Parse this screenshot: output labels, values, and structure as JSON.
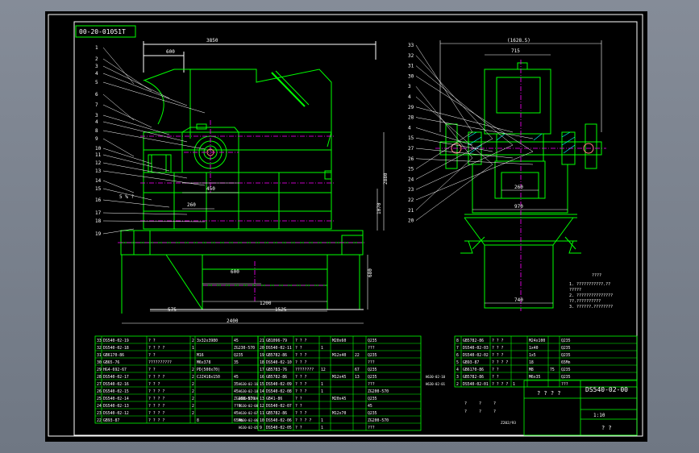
{
  "colors": {
    "background": "#7d8592",
    "sheet": "#000000",
    "frame": "#ffffff",
    "outline": "#00ff00",
    "centerline": "#ff00ff",
    "dimension": "#ffffff",
    "hatch": "#00ffff",
    "accent": "#ffff00",
    "warm": "#ff8080"
  },
  "drawing": {
    "code_box": "00-20-01051T",
    "title_number": "DS540-02-00",
    "title_name": "? ?",
    "title_company": "? ? ? ?",
    "scale": "1:10"
  },
  "front_view": {
    "dims": {
      "overall_width": "3850",
      "top_left": "600",
      "gear_width": "450",
      "gear_offset": "260",
      "height_right": "2880",
      "height_mid": "1070",
      "lower_height": "680",
      "lower_width": "600",
      "mid_base": "1200",
      "base_left": "575",
      "base_mid": "1525",
      "base_total": "2400",
      "slope_label": "5 % ?"
    },
    "callouts": [
      "1",
      "2",
      "3",
      "4",
      "5",
      "6",
      "7",
      "3",
      "4",
      "8",
      "9",
      "10",
      "11",
      "12",
      "13",
      "14",
      "15",
      "16",
      "17",
      "18",
      "19"
    ]
  },
  "side_view": {
    "dims": {
      "overall_width": "(1628.5)",
      "top_width": "715",
      "inner_width": "260",
      "lower_width": "970",
      "base_width": "740"
    },
    "callouts": [
      "33",
      "32",
      "31",
      "30",
      "3",
      "4",
      "29",
      "28",
      "4",
      "15",
      "27",
      "26",
      "25",
      "24",
      "23",
      "22",
      "21",
      "20"
    ]
  },
  "notes": {
    "title": "????",
    "lines": [
      "1. ???????????.??",
      "   ?????",
      "2. ???????????????",
      "   ??.??????????",
      "3. ??????.????????"
    ]
  },
  "bom": {
    "left": [
      {
        "no": "33",
        "code": "DS540-02-19",
        "name": "? ?",
        "qty": "2",
        "mat": "3x32x3980",
        "extra": "45"
      },
      {
        "no": "32",
        "code": "DS540-02-18",
        "name": "? ? ? ?",
        "qty": "1",
        "mat": "",
        "extra": "ZG230-570"
      },
      {
        "no": "31",
        "code": "GB6170-86",
        "name": "? ?",
        "qty": "",
        "mat": "M16",
        "extra": "Q235"
      },
      {
        "no": "30",
        "code": "GB65-76",
        "name": "??????????",
        "qty": "",
        "mat": "M6x378",
        "extra": "35"
      },
      {
        "no": "29",
        "code": "HG4-692-67",
        "name": "? ?",
        "qty": "2",
        "mat": "PD(500x70)",
        "extra": ""
      },
      {
        "no": "28",
        "code": "DS540-02-17",
        "name": "? ? ? ?",
        "qty": "2",
        "mat": "CJZ418x150",
        "extra": "45"
      },
      {
        "no": "27",
        "code": "DS540-02-16",
        "name": "? ? ?",
        "qty": "2",
        "mat": "",
        "extra": "35"
      },
      {
        "no": "26",
        "code": "DS540-02-15",
        "name": "? ? ? ?",
        "qty": "2",
        "mat": "",
        "extra": "45"
      },
      {
        "no": "25",
        "code": "DS540-02-14",
        "name": "? ? ? ?",
        "qty": "2",
        "mat": "",
        "extra": "ZG200-570"
      },
      {
        "no": "24",
        "code": "DS540-02-13",
        "name": "? ? ? ?",
        "qty": "2",
        "mat": "",
        "extra": "???"
      },
      {
        "no": "23",
        "code": "DS540-02-12",
        "name": "? ? ? ?",
        "qty": "2",
        "mat": "",
        "extra": "45"
      },
      {
        "no": "22",
        "code": "GB93-87",
        "name": "? ? ? ?",
        "qty": "",
        "mat": "8",
        "extra": "65Mn"
      }
    ],
    "middle": [
      {
        "no": "21",
        "code": "GB1096-79",
        "name": "? ? ?",
        "qty": "",
        "mat": "M20x60",
        "extra": "",
        "mat2": "Q235"
      },
      {
        "no": "20",
        "code": "DS540-02-11",
        "name": "? ?",
        "qty": "1",
        "mat": "",
        "extra": "",
        "mat2": "???"
      },
      {
        "no": "19",
        "code": "GB5782-86",
        "name": "? ? ?",
        "qty": "",
        "mat": "M12x40",
        "extra": "22",
        "mat2": "Q235"
      },
      {
        "no": "18",
        "code": "DS540-02-10",
        "name": "? ? ?",
        "qty": "",
        "mat": "",
        "extra": "",
        "mat2": "???"
      },
      {
        "no": "17",
        "code": "GB5783-76",
        "name": "????????",
        "qty": "12",
        "mat": "",
        "extra": "67",
        "mat2": "Q235"
      },
      {
        "no": "16",
        "code": "GB5782-86",
        "name": "? ? ?",
        "qty": "",
        "mat": "M12x45",
        "extra": "13",
        "mat2": "Q235"
      },
      {
        "no": "15",
        "code": "DS540-02-09",
        "name": "? ? ?",
        "qty": "1",
        "mat": "",
        "extra": "",
        "mat2": "???"
      },
      {
        "no": "14",
        "code": "DS540-02-08",
        "name": "? ? ?",
        "qty": "1",
        "mat": "",
        "extra": "",
        "mat2": "ZG200-570"
      },
      {
        "no": "13",
        "code": "GB41-86",
        "name": "? ?",
        "qty": "",
        "mat": "M20x45",
        "extra": "",
        "mat2": "Q235"
      },
      {
        "no": "12",
        "code": "DS540-02-07",
        "name": "? ?",
        "qty": "",
        "mat": "",
        "extra": "",
        "mat2": "45"
      },
      {
        "no": "11",
        "code": "GB5782-86",
        "name": "? ? ?",
        "qty": "",
        "mat": "M12x70",
        "extra": "",
        "mat2": "Q235"
      },
      {
        "no": "10",
        "code": "DS540-02-06",
        "name": "? ? ? ?",
        "qty": "1",
        "mat": "",
        "extra": "",
        "mat2": "ZG200-570"
      },
      {
        "no": "9",
        "code": "DS540-02-05",
        "name": "? ?",
        "qty": "1",
        "mat": "",
        "extra": "",
        "mat2": "???"
      }
    ],
    "middle_side": [
      "H630-02-16",
      "H630-02-18",
      "H630-02-09",
      "H630-02-08",
      "H630-02-07",
      "H630-02-06",
      "H630-02-05"
    ],
    "right": [
      {
        "no": "8",
        "code": "GB5782-86",
        "name": "? ? ?",
        "qty": "",
        "mat": "M24x100",
        "extra": "",
        "mat2": "Q235"
      },
      {
        "no": "7",
        "code": "DS540-02-03",
        "name": "? ? ?",
        "qty": "",
        "mat": "1x40",
        "extra": "",
        "mat2": "Q235"
      },
      {
        "no": "6",
        "code": "DS540-02-02",
        "name": "? ? ?",
        "qty": "",
        "mat": "1x5",
        "extra": "",
        "mat2": "Q235"
      },
      {
        "no": "5",
        "code": "GB93-87",
        "name": "? ? ? ?",
        "qty": "",
        "mat": "18",
        "extra": "",
        "mat2": "65Mn"
      },
      {
        "no": "4",
        "code": "GB6170-86",
        "name": "? ?",
        "qty": "",
        "mat": "M8",
        "extra": "75",
        "mat2": "Q235"
      },
      {
        "no": "3",
        "code": "GB5782-86",
        "name": "? ?",
        "qty": "",
        "mat": "M6x35",
        "extra": "",
        "mat2": "Q235"
      },
      {
        "no": "2",
        "code": "DS540-02-01",
        "name": "? ? ? ?",
        "qty": "1",
        "mat": "",
        "extra": "",
        "mat2": "???"
      }
    ],
    "right_side": [
      "H630-02-10",
      "H630-02-01"
    ],
    "signature_row": "Z202/93",
    "signature_labels": [
      "?",
      "?",
      "?",
      "?",
      "?",
      "?"
    ]
  }
}
